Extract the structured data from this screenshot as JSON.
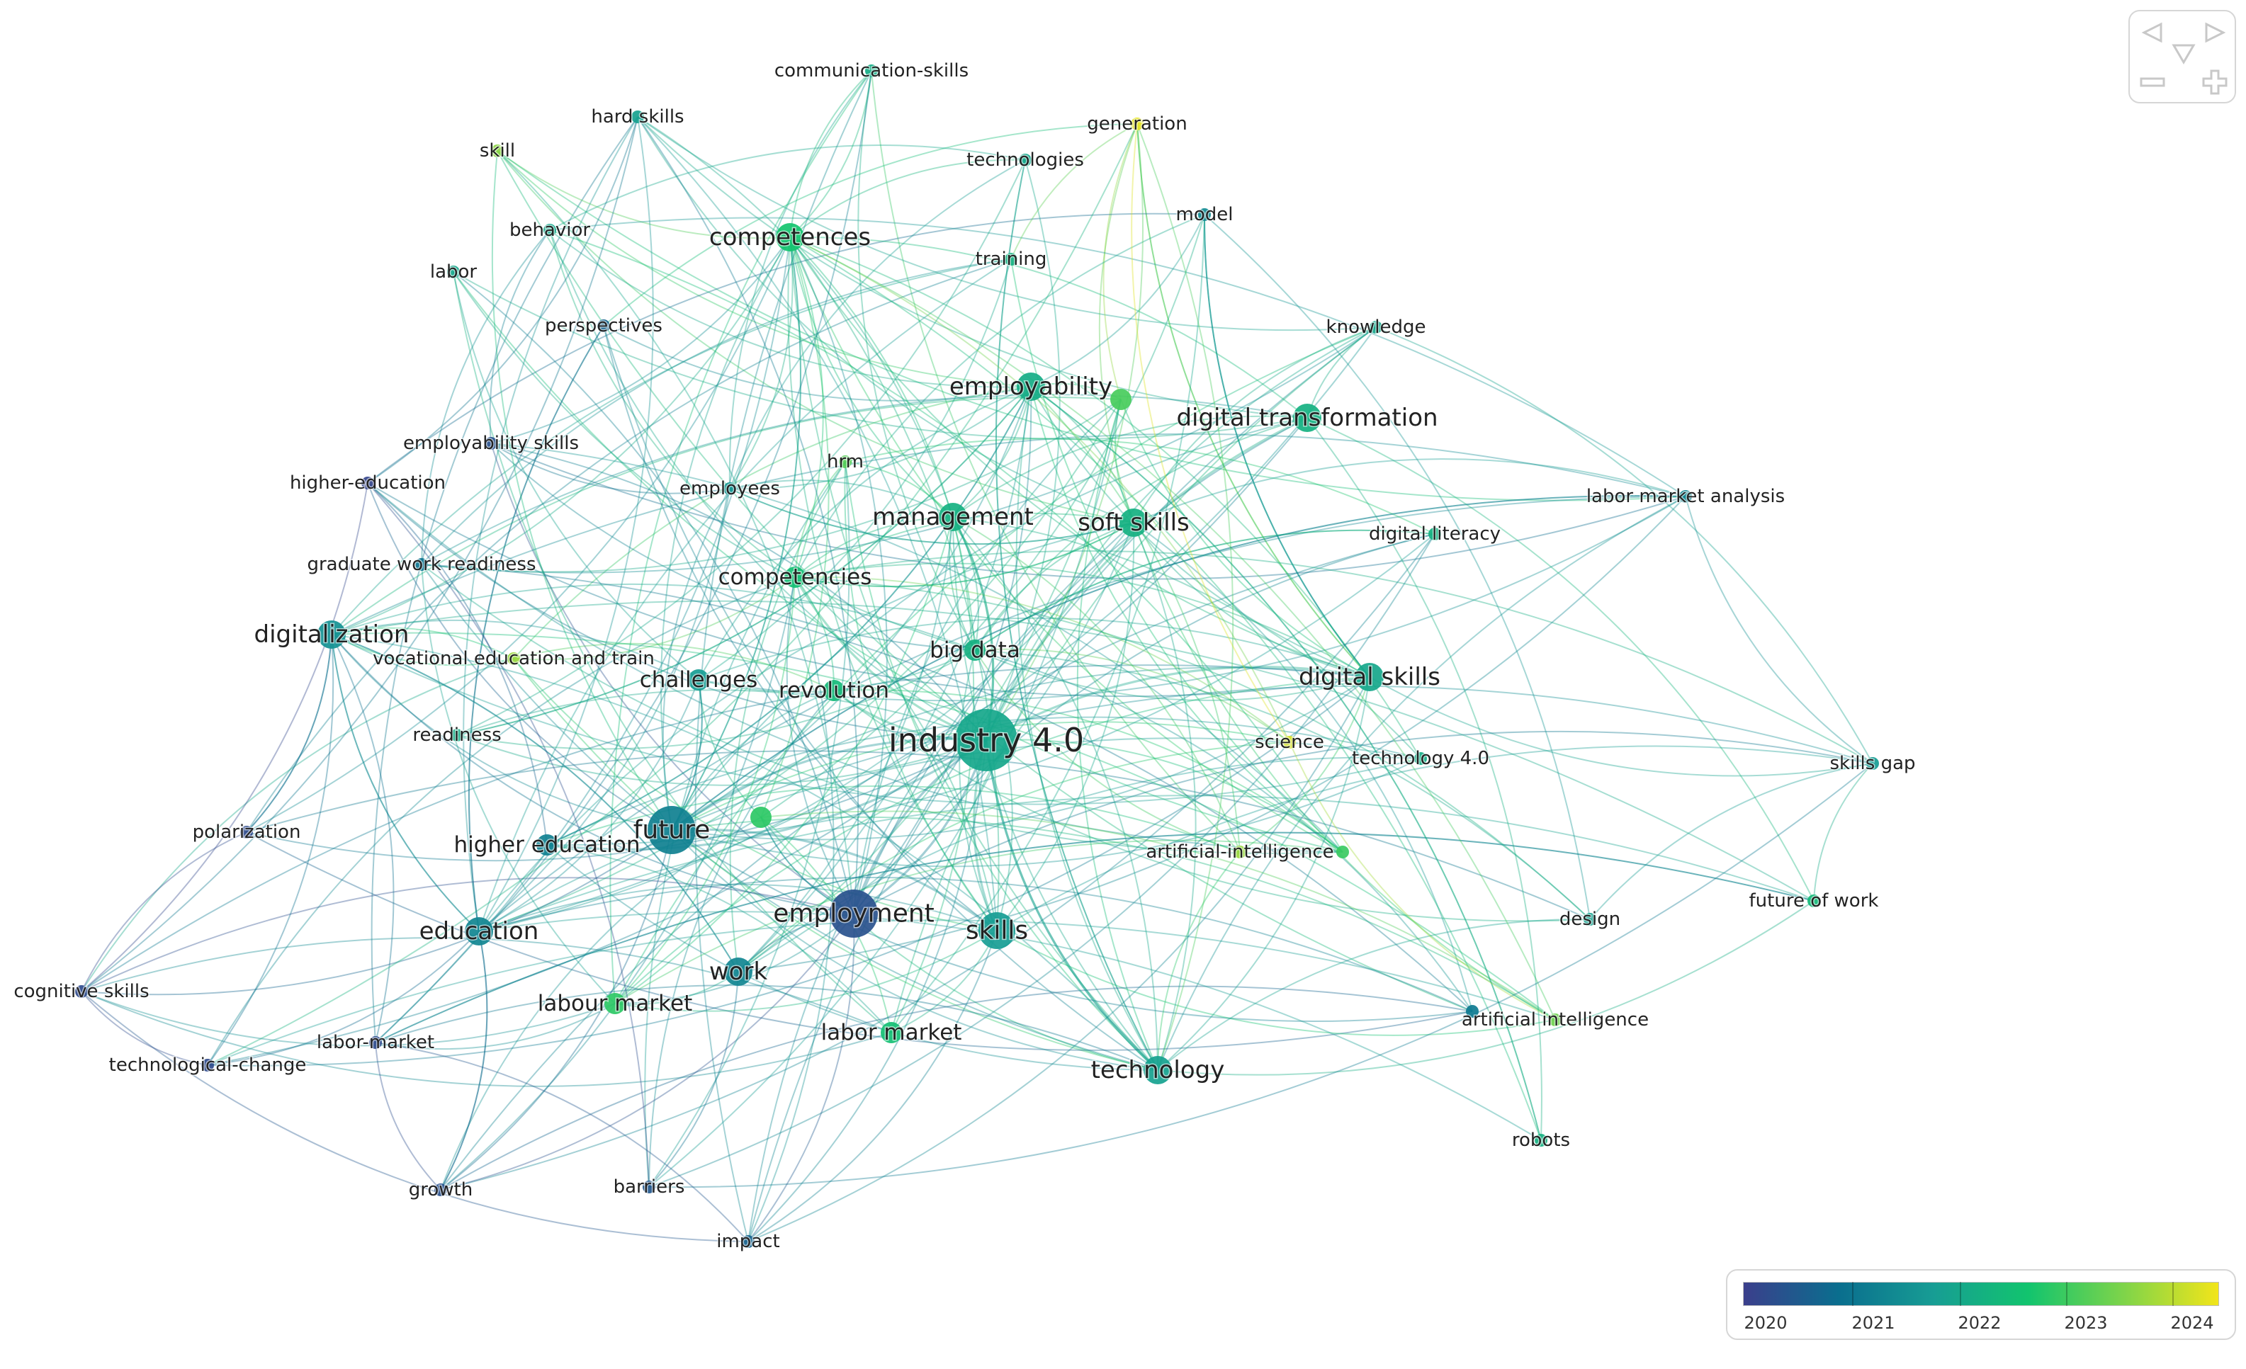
{
  "legend": {
    "ticks": [
      "2020",
      "2021",
      "2022",
      "2023",
      "2024"
    ],
    "gradient": [
      "#3b3f8c",
      "#0a6e8e",
      "#179d94",
      "#12c46e",
      "#7ed44a",
      "#f2e51a"
    ]
  },
  "navigation": {
    "buttons": [
      "pan-left",
      "pan-right",
      "pan-down",
      "zoom-out",
      "zoom-in"
    ]
  },
  "nodes": [
    {
      "id": "n1",
      "label": "communication-skills",
      "size": 1,
      "year": 2021.9
    },
    {
      "id": "n2",
      "label": "hard skills",
      "size": 1,
      "year": 2021.7
    },
    {
      "id": "n3",
      "label": "skill",
      "size": 1,
      "year": 2023.3
    },
    {
      "id": "n4",
      "label": "generation",
      "size": 1,
      "year": 2023.9
    },
    {
      "id": "n5",
      "label": "technologies",
      "size": 1,
      "year": 2021.8
    },
    {
      "id": "n6",
      "label": "behavior",
      "size": 1,
      "year": 2021.8
    },
    {
      "id": "n7",
      "label": "competences",
      "size": 2,
      "year": 2022.4
    },
    {
      "id": "n8",
      "label": "model",
      "size": 1,
      "year": 2021.3
    },
    {
      "id": "n9",
      "label": "training",
      "size": 1,
      "year": 2022.0
    },
    {
      "id": "n10",
      "label": "labor",
      "size": 1,
      "year": 2021.8
    },
    {
      "id": "n11",
      "label": "perspectives",
      "size": 1,
      "year": 2020.6
    },
    {
      "id": "n12",
      "label": "knowledge",
      "size": 1,
      "year": 2021.8
    },
    {
      "id": "n13",
      "label": "employability",
      "size": 2,
      "year": 2021.9
    },
    {
      "id": "n14",
      "label": "",
      "size": 1.5,
      "year": 2022.8
    },
    {
      "id": "n15",
      "label": "digital transformation",
      "size": 2,
      "year": 2022.0
    },
    {
      "id": "n16",
      "label": "employability skills",
      "size": 1,
      "year": 2020.3
    },
    {
      "id": "n17",
      "label": "hrm",
      "size": 1,
      "year": 2022.9
    },
    {
      "id": "n18",
      "label": "higher-education",
      "size": 1,
      "year": 2020.1
    },
    {
      "id": "n19",
      "label": "employees",
      "size": 1,
      "year": 2021.5
    },
    {
      "id": "n20",
      "label": "management",
      "size": 2,
      "year": 2022.0
    },
    {
      "id": "n21",
      "label": "soft skills",
      "size": 2,
      "year": 2022.0
    },
    {
      "id": "n22",
      "label": "labor market analysis",
      "size": 1,
      "year": 2021.2
    },
    {
      "id": "n23",
      "label": "digital literacy",
      "size": 1,
      "year": 2022.0
    },
    {
      "id": "n24",
      "label": "graduate work readiness",
      "size": 1,
      "year": 2020.9
    },
    {
      "id": "n25",
      "label": "competencies",
      "size": 1.5,
      "year": 2022.3
    },
    {
      "id": "n26",
      "label": "digitalization",
      "size": 2,
      "year": 2021.4
    },
    {
      "id": "n27",
      "label": "vocational education and train",
      "size": 1,
      "year": 2023.4
    },
    {
      "id": "n28",
      "label": "big data",
      "size": 1.5,
      "year": 2022.0
    },
    {
      "id": "n29",
      "label": "digital skills",
      "size": 2,
      "year": 2021.8
    },
    {
      "id": "n30",
      "label": "challenges",
      "size": 1.5,
      "year": 2021.6
    },
    {
      "id": "n31",
      "label": "revolution",
      "size": 1.5,
      "year": 2022.2
    },
    {
      "id": "n32",
      "label": "industry 4.0",
      "size": 4,
      "year": 2021.8
    },
    {
      "id": "n33",
      "label": "science",
      "size": 1,
      "year": 2023.8
    },
    {
      "id": "n34",
      "label": "technology 4.0",
      "size": 1,
      "year": 2021.9
    },
    {
      "id": "n35",
      "label": "readiness",
      "size": 1,
      "year": 2021.9
    },
    {
      "id": "n36",
      "label": "skills gap",
      "size": 1,
      "year": 2021.6
    },
    {
      "id": "n37",
      "label": "polarization",
      "size": 1,
      "year": 2020.2
    },
    {
      "id": "n38",
      "label": "future",
      "size": 3,
      "year": 2021.1
    },
    {
      "id": "n39",
      "label": "",
      "size": 1.5,
      "year": 2022.6
    },
    {
      "id": "n40",
      "label": "higher education",
      "size": 1.5,
      "year": 2021.1
    },
    {
      "id": "n41",
      "label": "artificial-intelligence",
      "size": 1,
      "year": 2023.4
    },
    {
      "id": "n42",
      "label": "",
      "size": 1,
      "year": 2022.7
    },
    {
      "id": "n43",
      "label": "employment",
      "size": 3,
      "year": 2020.3
    },
    {
      "id": "n44",
      "label": "skills",
      "size": 2.5,
      "year": 2021.6
    },
    {
      "id": "n45",
      "label": "education",
      "size": 2,
      "year": 2021.2
    },
    {
      "id": "n46",
      "label": "future of work",
      "size": 1,
      "year": 2022.2
    },
    {
      "id": "n47",
      "label": "design",
      "size": 1,
      "year": 2021.7
    },
    {
      "id": "n48",
      "label": "cognitive skills",
      "size": 1,
      "year": 2020.2
    },
    {
      "id": "n49",
      "label": "work",
      "size": 2,
      "year": 2021.2
    },
    {
      "id": "n50",
      "label": "labour market",
      "size": 1.5,
      "year": 2022.6
    },
    {
      "id": "n51",
      "label": "labor-market",
      "size": 1,
      "year": 2020.2
    },
    {
      "id": "n52",
      "label": "labor market",
      "size": 1.5,
      "year": 2022.3
    },
    {
      "id": "n53",
      "label": "",
      "size": 1,
      "year": 2021.0
    },
    {
      "id": "n54",
      "label": "artificial intelligence",
      "size": 1,
      "year": 2023.1
    },
    {
      "id": "n55",
      "label": "technological-change",
      "size": 1,
      "year": 2020.2
    },
    {
      "id": "n56",
      "label": "technology",
      "size": 2,
      "year": 2021.7
    },
    {
      "id": "n57",
      "label": "robots",
      "size": 1,
      "year": 2022.0
    },
    {
      "id": "n58",
      "label": "growth",
      "size": 1,
      "year": 2020.3
    },
    {
      "id": "n59",
      "label": "barriers",
      "size": 1,
      "year": 2020.4
    },
    {
      "id": "n60",
      "label": "impact",
      "size": 1,
      "year": 2020.6
    }
  ]
}
